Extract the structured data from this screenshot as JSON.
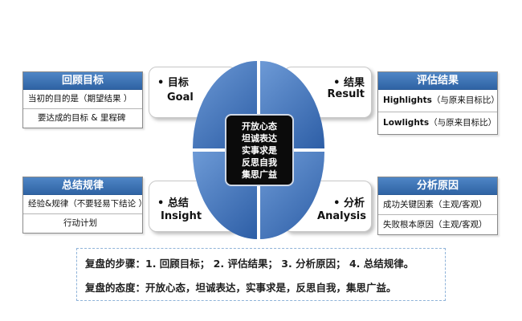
{
  "review_goal": {
    "title": "回顾目标",
    "rows": [
      "当初的目的是（期望结果 ）",
      "要达成的目标 & 里程碑"
    ]
  },
  "evaluate_result": {
    "title": "评估结果",
    "rows": [
      {
        "strong": "Highlights",
        "note": "（与原来目标比）"
      },
      {
        "strong": "Lowlights",
        "note": "（与原来目标比）"
      }
    ]
  },
  "summarize_rules": {
    "title": "总结规律",
    "rows": [
      "经验&规律（不要轻易下结论 ）",
      "行动计划"
    ]
  },
  "analyze_causes": {
    "title": "分析原因",
    "rows": [
      "成功关键因素（主观/客观）",
      "失败根本原因（主观/客观）"
    ]
  },
  "cards": {
    "goal": {
      "dot": "•",
      "cn": "目标",
      "en": "Goal"
    },
    "result": {
      "dot": "•",
      "cn": "结果",
      "en": "Result"
    },
    "insight": {
      "dot": "•",
      "cn": "总结",
      "en": "Insight"
    },
    "analysis": {
      "dot": "•",
      "cn": "分析",
      "en": "Analysis"
    }
  },
  "center": {
    "lines": [
      "开放心态",
      "坦诚表达",
      "实事求是",
      "反思自我",
      "集思广益"
    ]
  },
  "colors": {
    "accent": "#3a70b5",
    "quadrant": "#4a7fc4"
  },
  "bottom": {
    "steps": "复盘的步骤：1. 回顾目标； 2. 评估结果； 3. 分析原因； 4. 总结规律。",
    "attitude": "复盘的态度：开放心态，坦诚表达，实事求是，反思自我，集思广益。"
  }
}
